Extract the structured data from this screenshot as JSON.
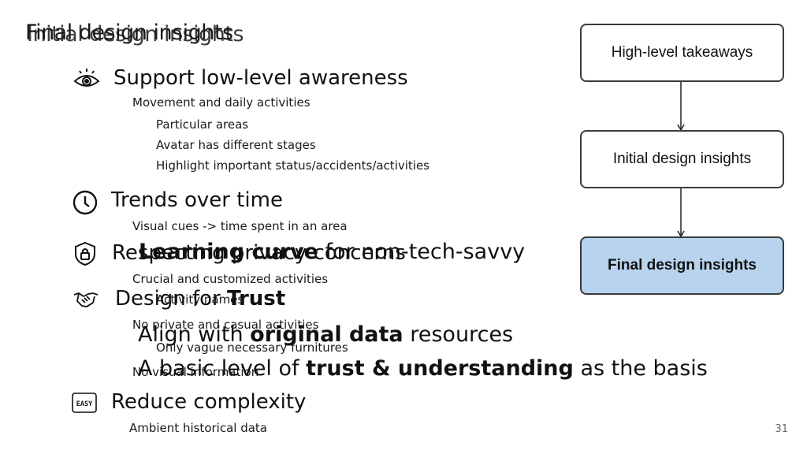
{
  "slide": {
    "title_a": "Final design insights",
    "title_b": "Initial design insights",
    "page_number": "31"
  },
  "sections": [
    {
      "heading": "Support low-level awareness",
      "icon": "eye-icon",
      "items": [
        "Movement and daily activities",
        "Particular areas",
        "Avatar has different stages",
        "Highlight important status/accidents/activities"
      ]
    },
    {
      "heading": "Trends over time",
      "icon": "clock-icon",
      "items": [
        "Visual cues -> time spent in an area"
      ]
    },
    {
      "heading": "Respecting privacy concerns",
      "icon": "shield-lock-icon",
      "items": [
        "Crucial and customized activities",
        "Activity names",
        "No private and casual activities",
        "Only vague necessary furnitures",
        "No visual information"
      ]
    },
    {
      "heading_prefix": "Design for ",
      "heading_bold": "Trust",
      "icon": "handshake-icon",
      "items": []
    },
    {
      "heading": "Reduce complexity",
      "icon": "easy-icon",
      "icon_text": "EASY",
      "items": [
        "Ambient historical data"
      ]
    }
  ],
  "overlays": {
    "learning_curve_bold": "Learning curve",
    "learning_curve_rest": " for non-tech-savvy",
    "align_prefix": "Align with ",
    "align_bold": "original data",
    "align_suffix": " resources",
    "trust_prefix": "A basic level of ",
    "trust_bold": "trust & understanding",
    "trust_suffix": " as the basis"
  },
  "flow": {
    "steps": [
      "High-level takeaways",
      "Initial design insights",
      "Final design insights"
    ],
    "highlight_color": "#b8d3ee"
  }
}
